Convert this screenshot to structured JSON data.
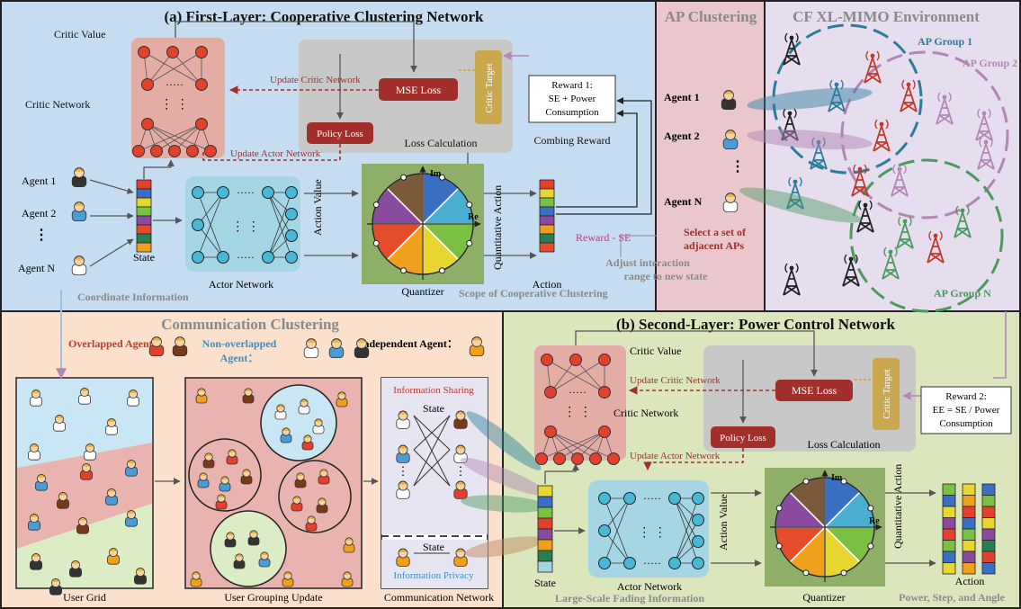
{
  "first_layer": {
    "title": "(a) First-Layer: Cooperative Clustering Network",
    "critic_value": "Critic Value",
    "critic_network": "Critic Network",
    "update_critic": "Update Critic Network",
    "update_actor": "Update Actor Network",
    "mse_loss": "MSE Loss",
    "critic_target": "Critic Target",
    "policy_loss": "Policy Loss",
    "loss_calculation": "Loss Calculation",
    "reward_box": [
      "Reward 1:",
      "SE + Power",
      "Consumption"
    ],
    "combing_reward": "Combing Reward",
    "agents": [
      "Agent 1",
      "Agent 2",
      "Agent N"
    ],
    "state": "State",
    "actor_network": "Actor Network",
    "action_value": "Action Value",
    "quantizer": "Quantizer",
    "im": "Im",
    "re": "Re",
    "quantitative_action": "Quantitative Action",
    "action": "Action",
    "coordinate_information": "Coordinate Information",
    "scope": "Scope of Cooperative Clustering",
    "reward_se": "Reward - SE",
    "adjust_lines": [
      "Adjust interaction",
      "range to new state"
    ]
  },
  "ap_clustering": {
    "title": "AP Clustering",
    "agents": [
      "Agent 1",
      "Agent 2",
      "Agent N"
    ],
    "select_lines": [
      "Select a set of",
      "adjacent APs"
    ]
  },
  "environment": {
    "title": "CF XL-MIMO Environment",
    "group1": "AP Group 1",
    "group2": "AP Group 2",
    "groupN": "AP Group N"
  },
  "communication": {
    "title": "Communication Clustering",
    "overlapped": "Overlapped Agent：",
    "nonoverlapped": [
      "Non-overlapped",
      "Agent："
    ],
    "independent": "Independent Agent：",
    "user_grid": "User Grid",
    "user_grouping": "User Grouping Update",
    "comm_network": "Communication Network",
    "info_sharing": "Information Sharing",
    "info_privacy": "Information Privacy",
    "state": "State"
  },
  "second_layer": {
    "title": "(b) Second-Layer: Power Control Network",
    "critic_value": "Critic Value",
    "critic_network": "Critic Network",
    "update_critic": "Update Critic Network",
    "update_actor": "Update Actor Network",
    "mse_loss": "MSE Loss",
    "critic_target": "Critic Target",
    "policy_loss": "Policy Loss",
    "loss_calculation": "Loss Calculation",
    "reward_box": [
      "Reward 2:",
      "EE = SE / Power",
      "Consumption"
    ],
    "state": "State",
    "actor_network": "Actor Network",
    "action_value": "Action Value",
    "quantizer": "Quantizer",
    "im": "Im",
    "re": "Re",
    "quantitative_action": "Quantitative Action",
    "action": "Action",
    "large_scale": "Large-Scale Fading Information",
    "power_step": "Power, Step, and Angle"
  },
  "colors": {
    "panel_a": "#c5dcf1",
    "panel_ap": "#e9c7cd",
    "panel_env": "#e6ddef",
    "panel_comm": "#fbe1cc",
    "panel_b": "#dbe6bd",
    "critic_net": "#e3aca4",
    "actor_net": "#a6d6e4",
    "loss_box": "#c8c8c8",
    "target_box": "#c9a84f",
    "quantizer_bg": "#8faf68",
    "node": "#e2412e",
    "actor_node": "#48b8d7",
    "dark_red": "#a1302b",
    "mauve": "#b386b6",
    "teal": "#2a7d9c",
    "group_green": "#4a9a5e",
    "gray_text": "#8a8a8a",
    "pink_text": "#c0398a"
  },
  "icons": [
    "agent-icon",
    "ap-tower-icon",
    "antenna-icon"
  ]
}
